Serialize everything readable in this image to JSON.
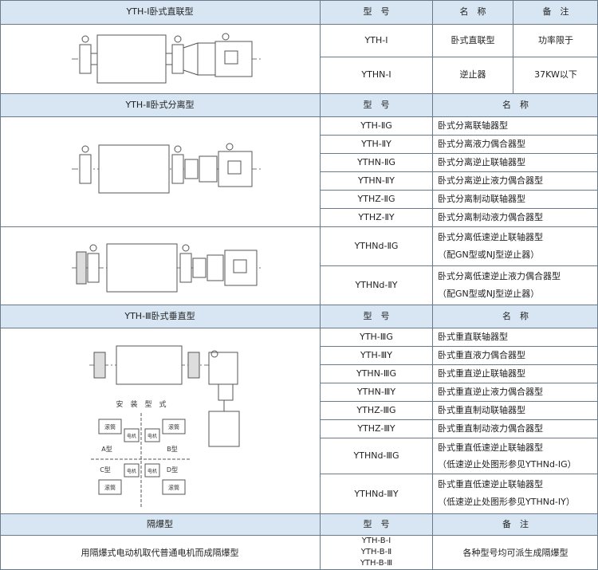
{
  "s1": {
    "title": "YTH-Ⅰ卧式直联型",
    "col_model": "型　号",
    "col_name": "名　称",
    "col_note": "备　注",
    "rows": [
      {
        "model": "YTH-Ⅰ",
        "name": "卧式直联型",
        "note": "功率限于"
      },
      {
        "model": "YTHN-Ⅰ",
        "name": "逆止器",
        "note": "37KW以下"
      }
    ]
  },
  "s2": {
    "title": "YTH-Ⅱ卧式分离型",
    "col_model": "型　号",
    "col_name": "名　称",
    "rows": [
      {
        "model": "YTH-ⅡG",
        "name": "卧式分离联轴器型"
      },
      {
        "model": "YTH-ⅡY",
        "name": "卧式分离液力偶合器型"
      },
      {
        "model": "YTHN-ⅡG",
        "name": "卧式分离逆止联轴器型"
      },
      {
        "model": "YTHN-ⅡY",
        "name": "卧式分离逆止液力偶合器型"
      },
      {
        "model": "YTHZ-ⅡG",
        "name": "卧式分离制动联轴器型"
      },
      {
        "model": "YTHZ-ⅡY",
        "name": "卧式分离制动液力偶合器型"
      },
      {
        "model": "YTHNd-ⅡG",
        "name": "卧式分离低速逆止联轴器型",
        "name2": "（配GN型或NJ型逆止器）"
      },
      {
        "model": "YTHNd-ⅡY",
        "name": "卧式分离低速逆止液力偶合器型",
        "name2": "（配GN型或NJ型逆止器）"
      }
    ]
  },
  "s3": {
    "title": "YTH-Ⅲ卧式垂直型",
    "col_model": "型　号",
    "col_name": "名　称",
    "rows": [
      {
        "model": "YTH-ⅢG",
        "name": "卧式重直联轴器型"
      },
      {
        "model": "YTH-ⅢY",
        "name": "卧式重直液力偶合器型"
      },
      {
        "model": "YTHN-ⅢG",
        "name": "卧式重直逆止联轴器型"
      },
      {
        "model": "YTHN-ⅢY",
        "name": "卧式重直逆止液力偶合器型"
      },
      {
        "model": "YTHZ-ⅢG",
        "name": "卧式重直制动联轴器型"
      },
      {
        "model": "YTHZ-ⅢY",
        "name": "卧式重直制动液力偶合器型"
      },
      {
        "model": "YTHNd-ⅢG",
        "name": "卧式重直低速逆止联轴器型",
        "name2": "（低速逆止处图形参见YTHNd-ⅠG）"
      },
      {
        "model": "YTHNd-ⅢY",
        "name": "卧式重直低速逆止联轴器型",
        "name2": "（低速逆止处图形参见YTHNd-ⅠY）"
      }
    ],
    "install": {
      "title": "安　装　型　式",
      "drum": "滚筒",
      "motor": "电机",
      "types": [
        "A型",
        "B型",
        "C型",
        "D型"
      ]
    }
  },
  "s4": {
    "title": "隔爆型",
    "col_model": "型　号",
    "col_note": "备　注",
    "desc": "用隔爆式电动机取代普通电机而成隔爆型",
    "models": [
      "YTH-B-Ⅰ",
      "YTH-B-Ⅱ",
      "YTH-B-Ⅲ"
    ],
    "note": "各种型号均可派生成隔爆型"
  },
  "colors": {
    "header_bg": "#d7e6f2",
    "line": "#6a7a8a",
    "drawing": "#555555"
  }
}
